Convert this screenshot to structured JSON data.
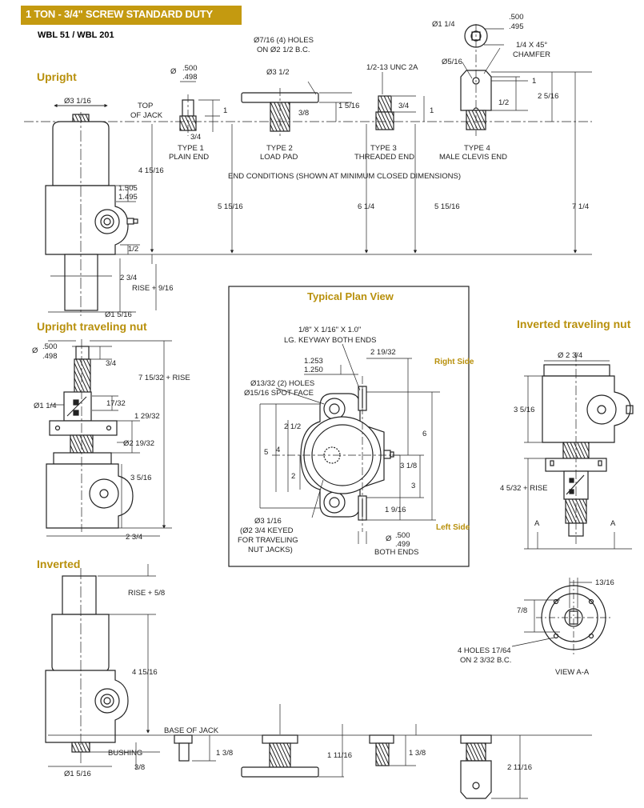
{
  "header": {
    "title": "1 TON - 3/4\" SCREW STANDARD DUTY",
    "models": "WBL 51 / WBL 201"
  },
  "sections": {
    "upright": "Upright",
    "upright_traveling": "Upright traveling nut",
    "inverted": "Inverted",
    "inverted_traveling": "Inverted traveling nut",
    "plan": "Typical Plan View"
  },
  "upright": {
    "d_3_1_16": "Ø3 1/16",
    "top_of_jack_1": "TOP",
    "top_of_jack_2": "OF JACK",
    "d_4_15_16": "4 15/16",
    "d_1505": "1.505",
    "d_1495": "1.495",
    "d_1_2": "1/2",
    "d_2_3_4": "2 3/4",
    "rise": "RISE + 9/16",
    "d_1_5_16": "Ø1 5/16",
    "d_5_15_16a": "5 15/16",
    "d_6_1_4": "6 1/4",
    "d_5_15_16b": "5 15/16",
    "d_7_1_4": "7 1/4",
    "end_conditions": "END CONDITIONS (SHOWN AT MINIMUM CLOSED DIMENSIONS)"
  },
  "ends": {
    "t1_dia": "Ø",
    "t1_500": ".500",
    "t1_498": ".498",
    "t1_1": "1",
    "t1_3_4": "3/4",
    "t1_a": "TYPE 1",
    "t1_b": "PLAIN END",
    "t2_holes1": "Ø7/16 (4) HOLES",
    "t2_holes2": "ON Ø2 1/2 B.C.",
    "t2_dia": "Ø3 1/2",
    "t2_1_5_16": "1 5/16",
    "t2_3_8": "3/8",
    "t2_a": "TYPE 2",
    "t2_b": "LOAD PAD",
    "t3_thread": "1/2-13 UNC 2A",
    "t3_3_4": "3/4",
    "t3_1": "1",
    "t3_a": "TYPE 3",
    "t3_b": "THREADED END",
    "t4_d1": "Ø1 1/4",
    "t4_500": ".500",
    "t4_495": ".495",
    "t4_chamfer1": "1/4 X 45°",
    "t4_chamfer2": "CHAMFER",
    "t4_d5": "Ø5/16",
    "t4_1": "1",
    "t4_1_2": "1/2",
    "t4_2_5_16": "2 5/16",
    "t4_a": "TYPE 4",
    "t4_b": "MALE CLEVIS END"
  },
  "utn": {
    "dia": "Ø",
    "d500": ".500",
    "d498": ".498",
    "d_3_4": "3/4",
    "d_7_15_32": "7 15/32 + RISE",
    "d_17_32": "17/32",
    "d_1_1_4": "Ø1 1/4",
    "d_1_29_32": "1 29/32",
    "d_2_19_32": "Ø2 19/32",
    "d_3_5_16": "3 5/16",
    "d_2_3_4": "2 3/4"
  },
  "plan": {
    "keyway1": "1/8\" X 1/16\" X 1.0\"",
    "keyway2": "LG. KEYWAY BOTH ENDS",
    "d_1253": "1.253",
    "d_1250": "1.250",
    "d_2_19_32": "2 19/32",
    "right_side": "Right Side",
    "left_side": "Left Side",
    "holes1": "Ø13/32 (2) HOLES",
    "holes2": "Ø15/16 SPOT FACE",
    "d_2_1_2": "2 1/2",
    "d_4": "4",
    "d_5": "5",
    "d_2": "2",
    "d_6": "6",
    "d_3_1_8": "3 1/8",
    "d_3": "3",
    "d_1_9_16": "1 9/16",
    "d_3_1_16": "Ø3 1/16",
    "keyed1": "(Ø2 3/4 KEYED",
    "keyed2": "FOR TRAVELING",
    "keyed3": "NUT JACKS)",
    "dia": "Ø",
    "d500": ".500",
    "d499": ".499",
    "both_ends": "BOTH ENDS"
  },
  "itn": {
    "d_2_3_4": "Ø 2 3/4",
    "d_3_5_16": "3 5/16",
    "d_4_5_32": "4 5/32 + RISE",
    "a_left": "A",
    "a_right": "A",
    "d_13_16": "13/16",
    "d_7_8": "7/8",
    "holes1": "4 HOLES 17/64",
    "holes2": "ON 2 3/32 B.C.",
    "view": "VIEW A-A"
  },
  "inverted": {
    "rise": "RISE + 5/8",
    "d_4_15_16": "4 15/16",
    "base_of_jack": "BASE OF JACK",
    "bushing": "BUSHING",
    "d_3_8": "3/8",
    "d_1_5_16": "Ø1 5/16",
    "d_1_3_8a": "1 3/8",
    "d_1_11_16": "1 11/16",
    "d_1_3_8b": "1 3/8",
    "d_2_11_16": "2 11/16"
  },
  "colors": {
    "accent": "#c49a10",
    "section": "#b8900c",
    "line": "#222222"
  }
}
